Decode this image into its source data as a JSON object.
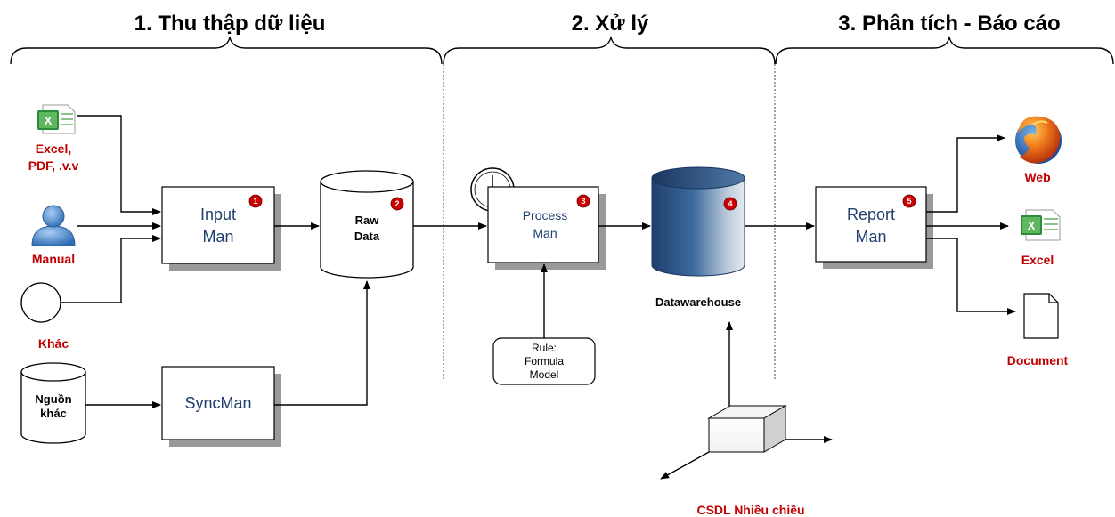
{
  "phases": {
    "collect": "1. Thu thập dữ liệu",
    "process": "2. Xử lý",
    "analyze": "3. Phân tích - Báo cáo"
  },
  "sources": {
    "excel_line1": "Excel,",
    "excel_line2": "PDF, .v.v",
    "manual": "Manual",
    "other": "Khác",
    "other_sources_line1": "Nguồn",
    "other_sources_line2": "khác"
  },
  "components": {
    "input_man": {
      "line1": "Input",
      "line2": "Man",
      "badge": "1"
    },
    "raw_data": {
      "line1": "Raw",
      "line2": "Data",
      "badge": "2"
    },
    "process_man": {
      "line1": "Process",
      "line2": "Man",
      "badge": "3"
    },
    "datawarehouse": {
      "label": "Datawarehouse",
      "badge": "4"
    },
    "report_man": {
      "line1": "Report",
      "line2": "Man",
      "badge": "5"
    },
    "syncman": {
      "label": "SyncMan"
    },
    "rule": {
      "line1": "Rule:",
      "line2": "Formula",
      "line3": "Model"
    },
    "cube": {
      "label": "CSDL Nhiều chiều"
    }
  },
  "outputs": {
    "web": "Web",
    "excel": "Excel",
    "document": "Document"
  },
  "colors": {
    "red_label": "#c00000",
    "box_text": "#1f3f6e",
    "badge": "#cc0000",
    "warehouse": "#2d5587"
  }
}
